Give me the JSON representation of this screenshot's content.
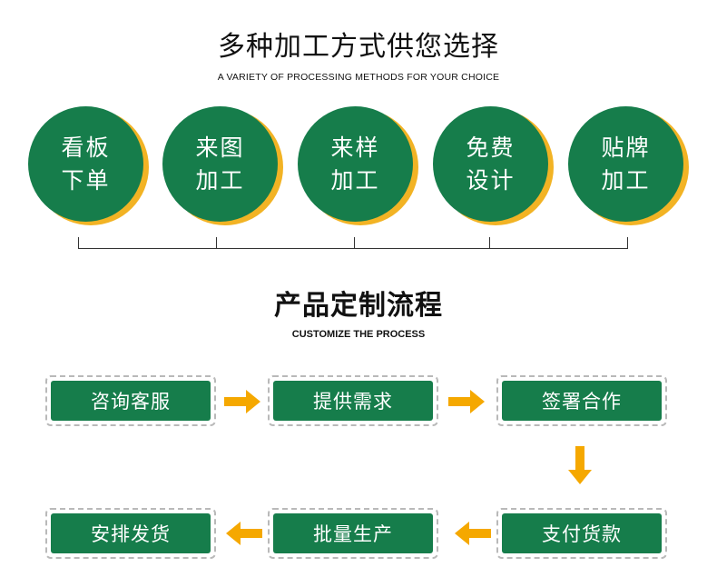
{
  "section1": {
    "title": "多种加工方式供您选择",
    "subtitle": "A VARIETY OF PROCESSING METHODS FOR YOUR CHOICE",
    "methods": [
      {
        "line1": "看板",
        "line2": "下单"
      },
      {
        "line1": "来图",
        "line2": "加工"
      },
      {
        "line1": "来样",
        "line2": "加工"
      },
      {
        "line1": "免费",
        "line2": "设计"
      },
      {
        "line1": "贴牌",
        "line2": "加工"
      }
    ]
  },
  "section2": {
    "title": "产品定制流程",
    "subtitle": "CUSTOMIZE THE PROCESS",
    "steps": [
      "咨询客服",
      "提供需求",
      "签署合作",
      "支付货款",
      "批量生产",
      "安排发货"
    ]
  },
  "colors": {
    "green": "#167d4b",
    "accent": "#f2b324",
    "arrow": "#f5a800"
  }
}
